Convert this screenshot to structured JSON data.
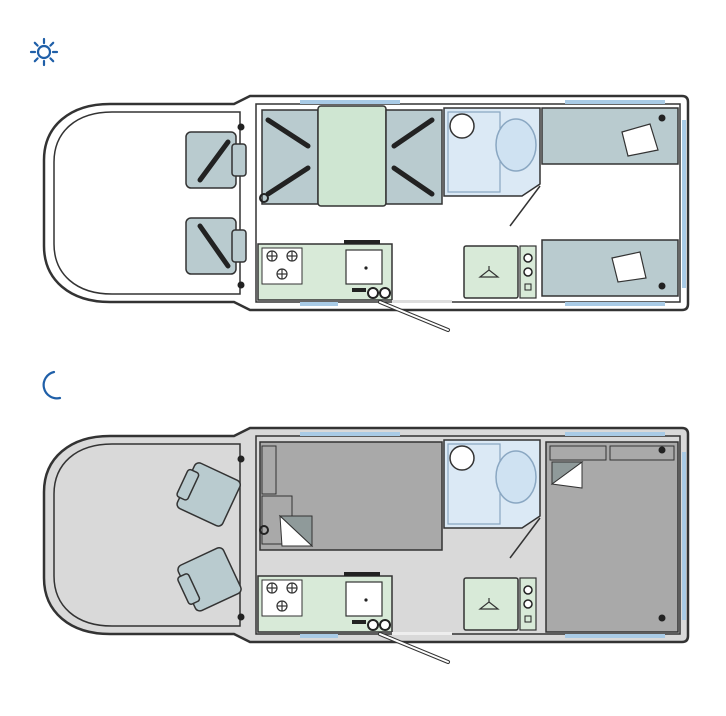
{
  "colors": {
    "accent": "#1f5fa8",
    "outline": "#333333",
    "wall_fill": "#ffffff",
    "day_floor": "#ffffff",
    "night_floor": "#d9d9d9",
    "window": "#a9cbe6",
    "seat": "#b9cbcf",
    "seat_dark": "#9fb3b8",
    "green_unit": "#d8ead8",
    "green_table": "#cfe6d2",
    "washroom": "#dbe9f5",
    "washroom_stroke": "#8aa7c2",
    "bed_grey": "#a9a9a9",
    "bed_fold": "#8f9a9a",
    "belt": "#222222"
  },
  "day": {
    "icon": "sun-icon",
    "zones": [
      "cab",
      "lounge",
      "kitchen",
      "washroom",
      "wardrobe",
      "rear-single-bed-upper",
      "rear-single-bed-lower"
    ]
  },
  "night": {
    "icon": "moon-icon",
    "zones": [
      "cab",
      "front-bed",
      "kitchen",
      "washroom",
      "wardrobe",
      "rear-double-bed"
    ]
  }
}
